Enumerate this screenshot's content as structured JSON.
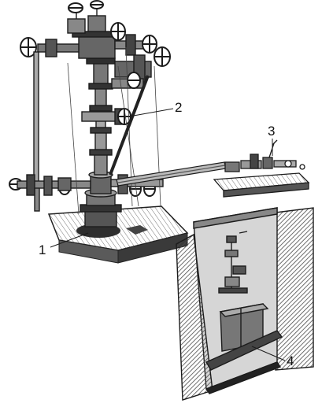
{
  "callouts": [
    {
      "id": "1",
      "text": "1"
    },
    {
      "id": "2",
      "text": "2"
    },
    {
      "id": "3",
      "text": "3"
    },
    {
      "id": "4",
      "text": "4"
    }
  ],
  "colors": {
    "ink": "#1c1c1c",
    "dark_fill": "#3a3a3a",
    "mid_fill": "#8a8a8a",
    "light_fill": "#c8c8c8",
    "background": "#ffffff"
  }
}
